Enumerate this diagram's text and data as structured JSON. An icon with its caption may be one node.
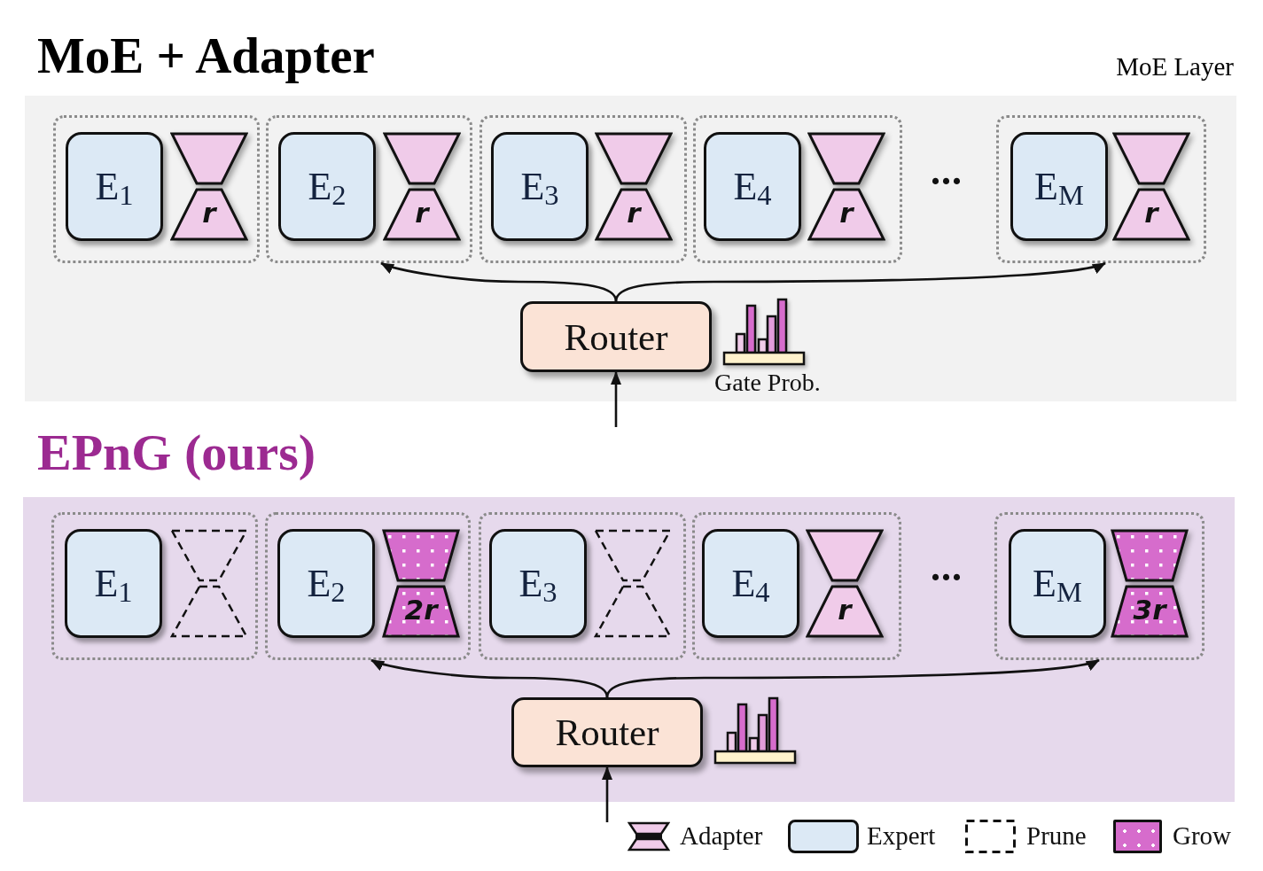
{
  "diagram": {
    "nodes": [
      {
        "text": [
          "MoE + Adapter",
          "MoE Layer"
        ]
      },
      {
        "text": [],
        "shape": "box",
        "in": 0
      },
      {
        "text": [
          "E$_{1}$"
        ],
        "in": 1
      },
      {
        "text": [
          "r"
        ],
        "in": 1
      },
      {
        "text": [],
        "shape": "box",
        "in": 0
      },
      {
        "text": [
          "E$_{2}$"
        ],
        "in": 4
      },
      {
        "text": [
          "r"
        ],
        "in": 4
      },
      {
        "text": [],
        "shape": "box",
        "in": 0
      },
      {
        "text": [
          "E$_{3}$"
        ],
        "in": 7
      },
      {
        "text": [
          "r"
        ],
        "in": 7
      },
      {
        "text": [],
        "shape": "box",
        "in": 0
      },
      {
        "text": [
          "E$_{4}$"
        ],
        "in": 10
      },
      {
        "text": [
          "r"
        ],
        "in": 10
      },
      {
        "text": [],
        "shape": "box",
        "in": 0
      },
      {
        "text": [
          "E$_{M}$"
        ],
        "in": 13
      },
      {
        "text": [
          "r"
        ],
        "in": 13
      },
      {
        "text": [
          "Router"
        ],
        "in": 0
      },
      {
        "text": [
          "EPnG (ours)"
        ]
      },
      {
        "text": [],
        "shape": "box",
        "in": 17
      },
      {
        "text": [
          "E$_{1}$"
        ],
        "in": 18
      },
      {
        "text": [],
        "shape": "hourglass",
        "in": 18
      },
      {
        "text": [],
        "shape": "box",
        "in": 17
      },
      {
        "text": [
          "E$_{2}$"
        ],
        "in": 21
      },
      {
        "text": [
          "2r"
        ],
        "in": 21
      },
      {
        "text": [],
        "shape": "box",
        "in": 17
      },
      {
        "text": [
          "E$_{3}$"
        ],
        "in": 24
      },
      {
        "text": [],
        "shape": "hourglass",
        "in": 24
      },
      {
        "text": [],
        "shape": "box",
        "in": 17
      },
      {
        "text": [
          "E$_{4}$"
        ],
        "in": 27
      },
      {
        "text": [
          "r"
        ],
        "in": 27
      },
      {
        "text": [],
        "shape": "box",
        "in": 17
      },
      {
        "text": [
          "E$_{M}$"
        ],
        "in": 30
      },
      {
        "text": [
          "3r"
        ],
        "in": 30
      },
      {
        "text": [
          "Router"
        ],
        "in": 17
      }
    ],
    "edges": [
      {
        "from": 16,
        "to": 4,
        "arrow": "to"
      },
      {
        "from": 16,
        "to": 13,
        "arrow": "to"
      },
      {
        "from": null,
        "to": 16,
        "arrow": "to"
      },
      {
        "from": 33,
        "to": 21,
        "arrow": "to"
      },
      {
        "from": 33,
        "to": 30,
        "arrow": "to"
      },
      {
        "from": null,
        "to": 33,
        "arrow": "to"
      }
    ],
    "labels": [
      "...",
      "Gate Prob.",
      "..."
    ],
    "legend": [
      {
        "text": "Adapter"
      },
      {
        "text": "Expert",
        "color": "#dce9f5"
      },
      {
        "text": "Prune"
      },
      {
        "text": "Grow",
        "color": "#d66ccc"
      }
    ]
  }
}
